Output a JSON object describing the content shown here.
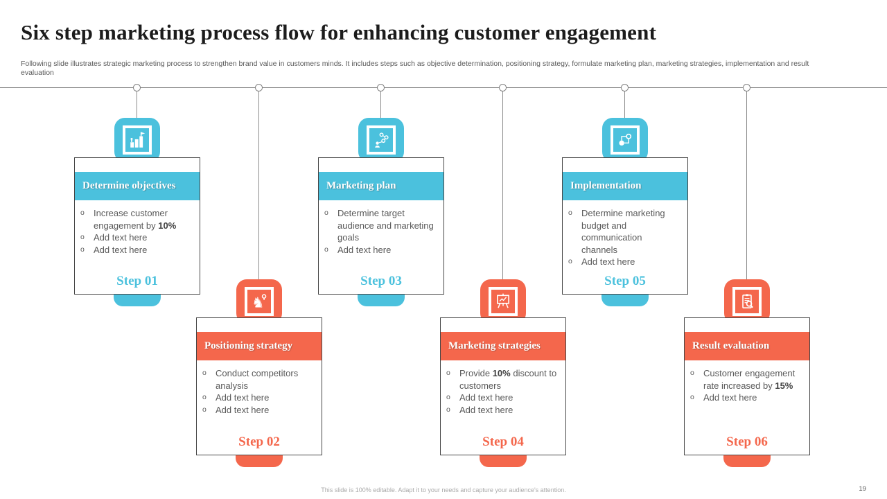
{
  "header": {
    "title": "Six step marketing process flow for enhancing customer engagement",
    "subtitle": "Following slide illustrates strategic marketing process to strengthen brand value in customers minds. It includes steps such as objective determination, positioning strategy, formulate marketing plan, marketing strategies, implementation and result evaluation"
  },
  "colors": {
    "teal": "#4BC1DD",
    "orange": "#F4674C"
  },
  "steps": [
    {
      "title": "Determine objectives",
      "step_label": "Step 01",
      "position": "top",
      "accent": "teal",
      "icon": "goal-flag-chart-icon",
      "bullets": [
        [
          {
            "t": "Increase customer engagement by "
          },
          {
            "t": "10%",
            "b": true
          }
        ],
        [
          {
            "t": "Add text here"
          }
        ],
        [
          {
            "t": "Add text here"
          }
        ]
      ]
    },
    {
      "title": "Positioning strategy",
      "step_label": "Step 02",
      "position": "bottom",
      "accent": "orange",
      "icon": "chess-knight-pin-icon",
      "bullets": [
        [
          {
            "t": "Conduct competitors analysis"
          }
        ],
        [
          {
            "t": "Add text here"
          }
        ],
        [
          {
            "t": "Add text here"
          }
        ]
      ]
    },
    {
      "title": "Marketing plan",
      "step_label": "Step 03",
      "position": "top",
      "accent": "teal",
      "icon": "audience-network-icon",
      "bullets": [
        [
          {
            "t": "Determine target audience and marketing goals"
          }
        ],
        [
          {
            "t": "Add text here"
          }
        ]
      ]
    },
    {
      "title": "Marketing strategies",
      "step_label": "Step 04",
      "position": "bottom",
      "accent": "orange",
      "icon": "strategy-board-icon",
      "bullets": [
        [
          {
            "t": "Provide "
          },
          {
            "t": "10%",
            "b": true
          },
          {
            "t": " discount to customers"
          }
        ],
        [
          {
            "t": "Add text here"
          }
        ],
        [
          {
            "t": "Add text here"
          }
        ]
      ]
    },
    {
      "title": "Implementation",
      "step_label": "Step 05",
      "position": "top",
      "accent": "teal",
      "icon": "connected-nodes-icon",
      "bullets": [
        [
          {
            "t": "Determine marketing budget and communication channels"
          }
        ],
        [
          {
            "t": "Add text here"
          }
        ]
      ]
    },
    {
      "title": "Result evaluation",
      "step_label": "Step 06",
      "position": "bottom",
      "accent": "orange",
      "icon": "document-magnifier-icon",
      "bullets": [
        [
          {
            "t": "Customer engagement rate increased by "
          },
          {
            "t": "15%",
            "b": true
          }
        ],
        [
          {
            "t": "Add text here"
          }
        ]
      ]
    }
  ],
  "footer": {
    "note": "This slide is 100% editable. Adapt it to your needs and capture your audience's attention.",
    "page_number": "19"
  }
}
